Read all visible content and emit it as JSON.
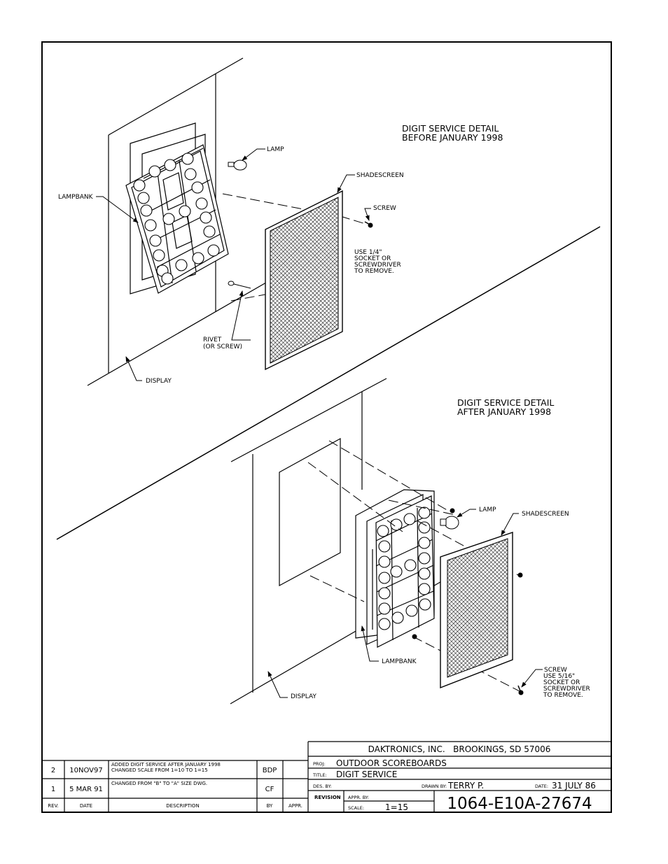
{
  "before": {
    "title_line1": "DIGIT SERVICE DETAIL",
    "title_line2": "BEFORE JANUARY 1998",
    "lamp": "LAMP",
    "lampbank": "LAMPBANK",
    "shadescreen": "SHADESCREEN",
    "screw": "SCREW",
    "note": [
      "USE 1/4\"",
      "SOCKET OR",
      "SCREWDRIVER",
      "TO REMOVE."
    ],
    "rivet_line1": "RIVET",
    "rivet_line2": "(OR SCREW)",
    "display": "DISPLAY"
  },
  "after": {
    "title_line1": "DIGIT SERVICE DETAIL",
    "title_line2": "AFTER JANUARY 1998",
    "lamp": "LAMP",
    "shadescreen": "SHADESCREEN",
    "lampbank": "LAMPBANK",
    "screw": "SCREW",
    "note": [
      "USE 5/16\"",
      "SOCKET OR",
      "SCREWDRIVER",
      "TO REMOVE."
    ],
    "display": "DISPLAY"
  },
  "revisions": {
    "rows": [
      {
        "rev": "2",
        "date": "10NOV97",
        "desc_line1": "ADDED DIGIT SERVICE AFTER JANUARY 1998",
        "desc_line2": "CHANGED SCALE FROM 1=10 TO 1=15",
        "by": "BDP",
        "appr": ""
      },
      {
        "rev": "1",
        "date": "5 MAR 91",
        "desc_line1": "CHANGED FROM \"B\" TO \"A\" SIZE DWG.",
        "desc_line2": "",
        "by": "CF",
        "appr": ""
      }
    ],
    "headers": {
      "rev": "REV.",
      "date": "DATE",
      "desc": "DESCRIPTION",
      "by": "BY",
      "appr": "APPR."
    }
  },
  "title_block": {
    "company": "DAKTRONICS, INC.   BROOKINGS, SD 57006",
    "proj_label": "PROJ:",
    "proj": "OUTDOOR SCOREBOARDS",
    "title_label": "TITLE:",
    "title": "DIGIT SERVICE",
    "des_label": "DES. BY:",
    "drawn_label": "DRAWN BY:",
    "drawn": "TERRY P.",
    "date_label": "DATE:",
    "date": "31 JULY 86",
    "revision_label": "REVISION",
    "appr_label": "APPR. BY:",
    "scale_label": "SCALE:",
    "scale": "1=15",
    "dwg_no": "1064-E10A-27674"
  },
  "colors": {
    "ink": "#000000",
    "paper": "#ffffff"
  }
}
